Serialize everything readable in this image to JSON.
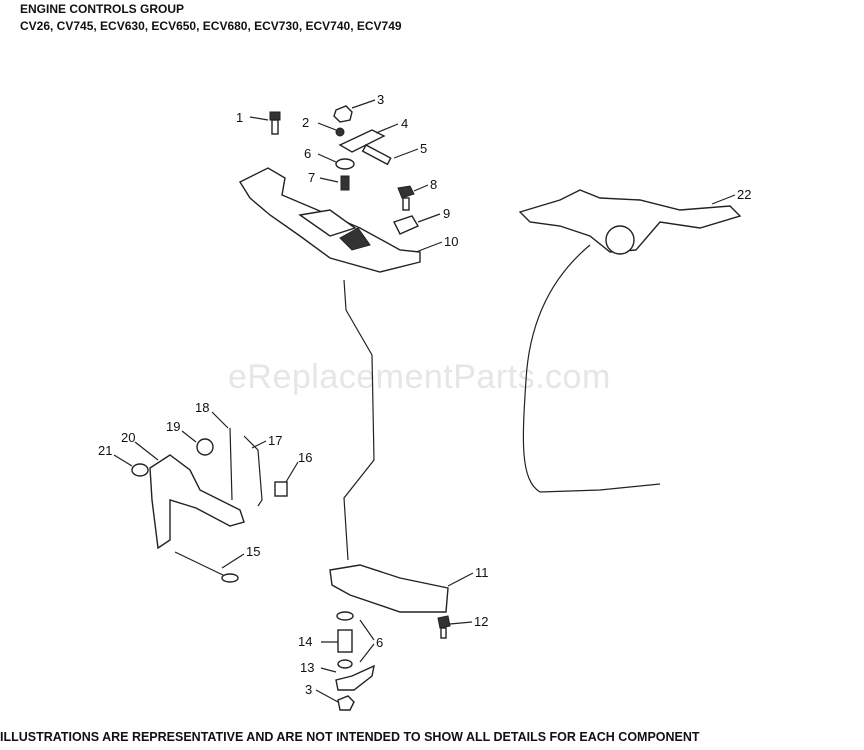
{
  "title": "ENGINE CONTROLS GROUP",
  "models": "CV26, CV745, ECV630, ECV650, ECV680, ECV730, ECV740, ECV749",
  "watermark": "eReplacementParts.com",
  "footer": "ILLUSTRATIONS ARE REPRESENTATIVE AND ARE NOT INTENDED TO SHOW ALL DETAILS FOR EACH COMPONENT",
  "callouts": {
    "c1": "1",
    "c2": "2",
    "c3a": "3",
    "c4": "4",
    "c5": "5",
    "c6a": "6",
    "c7": "7",
    "c8": "8",
    "c9": "9",
    "c10": "10",
    "c11": "11",
    "c12": "12",
    "c13": "13",
    "c14": "14",
    "c15": "15",
    "c16": "16",
    "c17": "17",
    "c18": "18",
    "c19": "19",
    "c20": "20",
    "c21": "21",
    "c22": "22",
    "c3b": "3",
    "c6b": "6"
  }
}
